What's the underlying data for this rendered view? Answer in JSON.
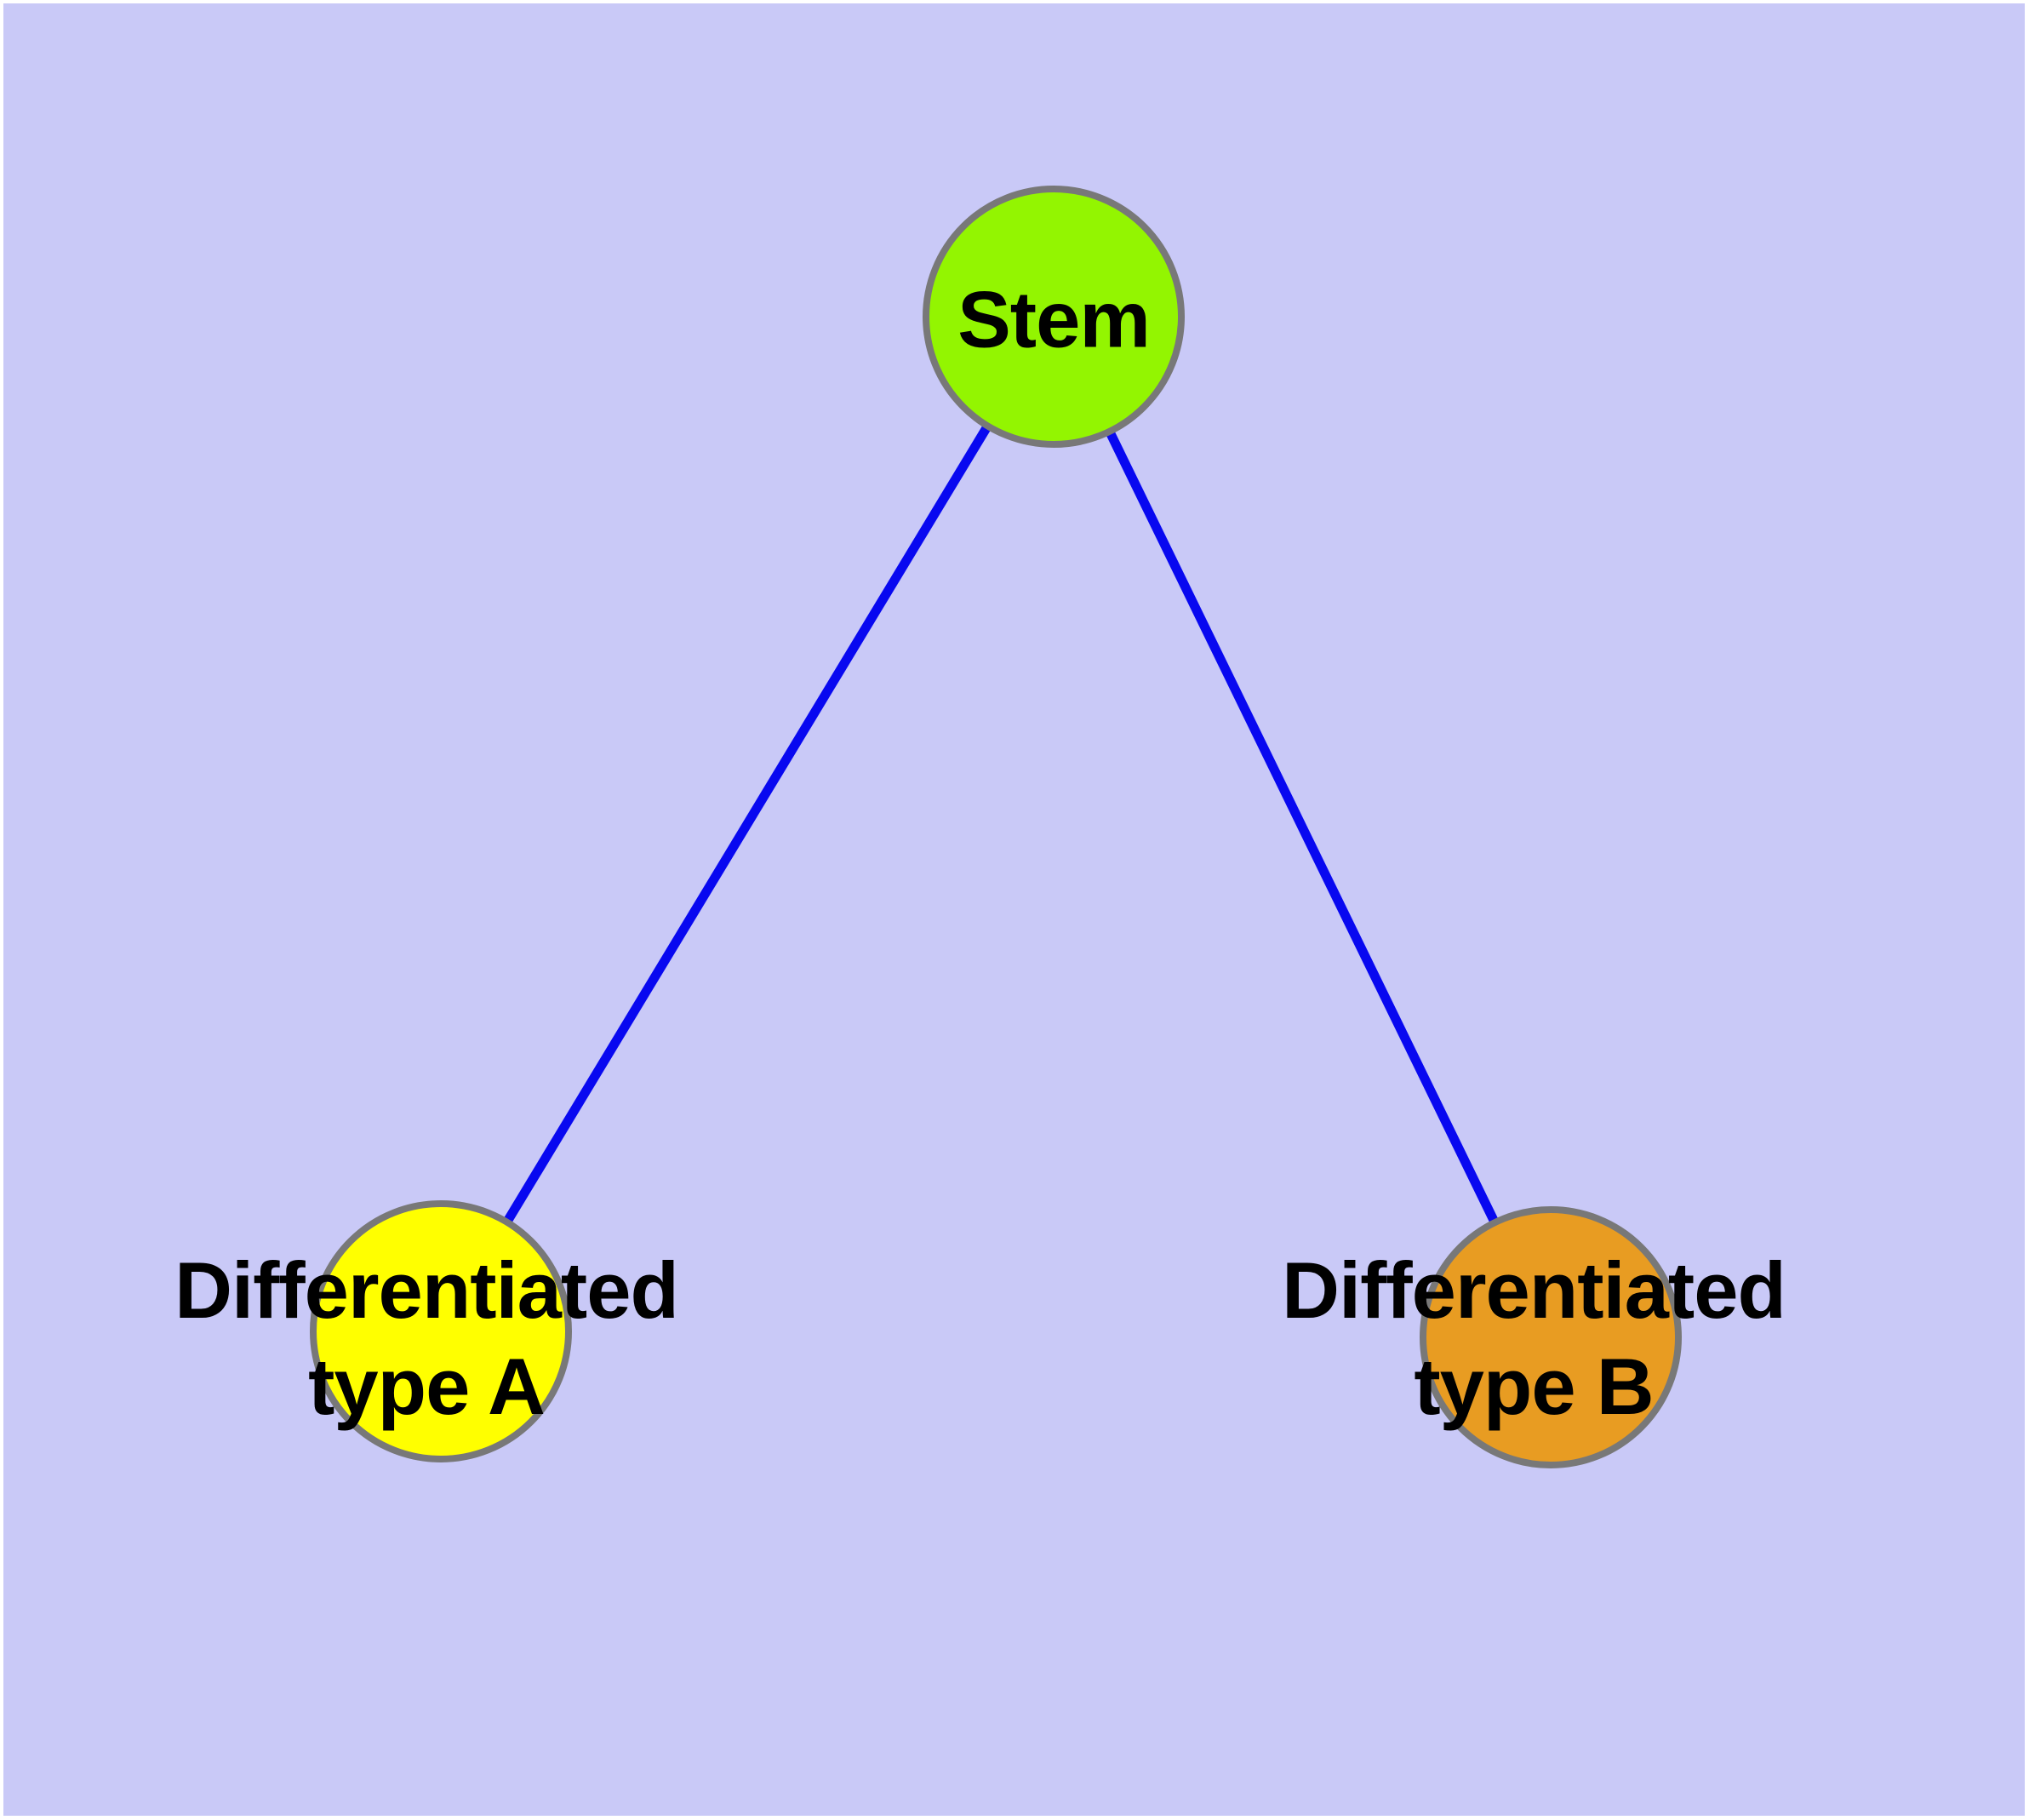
{
  "colors": {
    "background": "#c9c9f7",
    "node_border": "#787878",
    "edge": "#0808f0"
  },
  "nodes": {
    "stem": {
      "label": "Stem",
      "fill": "#93f501"
    },
    "diff_a": {
      "label": "Differentiated\ntype A",
      "fill": "#ffff00"
    },
    "diff_b": {
      "label": "Differentiated\ntype B",
      "fill": "#e89c22"
    }
  },
  "edges": {
    "items": [
      {
        "from": "Stem",
        "to": "Differentiated type A"
      },
      {
        "from": "Stem",
        "to": "Differentiated type B"
      }
    ]
  }
}
